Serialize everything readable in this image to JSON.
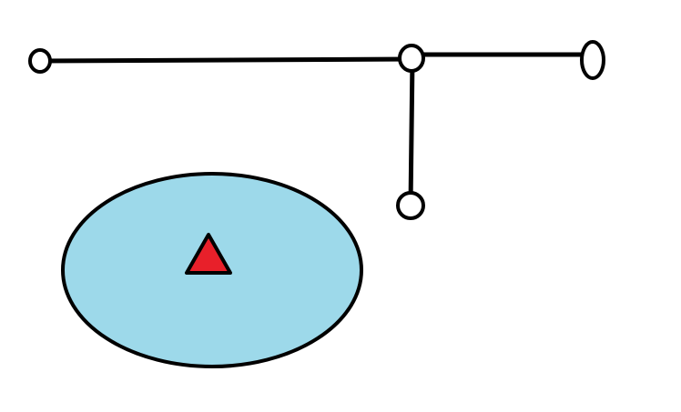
{
  "colors": {
    "background": "#ffffff",
    "line": "#000000",
    "node_fill": "#ffffff",
    "zone_fill": "#9dd9ea",
    "marker_fill": "#e8202a"
  },
  "diagram": {
    "nodes": [
      {
        "id": "node-left",
        "shape": "circle"
      },
      {
        "id": "node-junction",
        "shape": "circle"
      },
      {
        "id": "node-right",
        "shape": "ellipse"
      },
      {
        "id": "node-bottom",
        "shape": "circle"
      }
    ],
    "edges": [
      {
        "from": "node-left",
        "to": "node-junction"
      },
      {
        "from": "node-junction",
        "to": "node-right"
      },
      {
        "from": "node-junction",
        "to": "node-bottom"
      }
    ],
    "zone": {
      "shape": "ellipse",
      "contains": "triangle-marker"
    },
    "marker": {
      "shape": "triangle",
      "icon": "triangle-icon"
    }
  }
}
